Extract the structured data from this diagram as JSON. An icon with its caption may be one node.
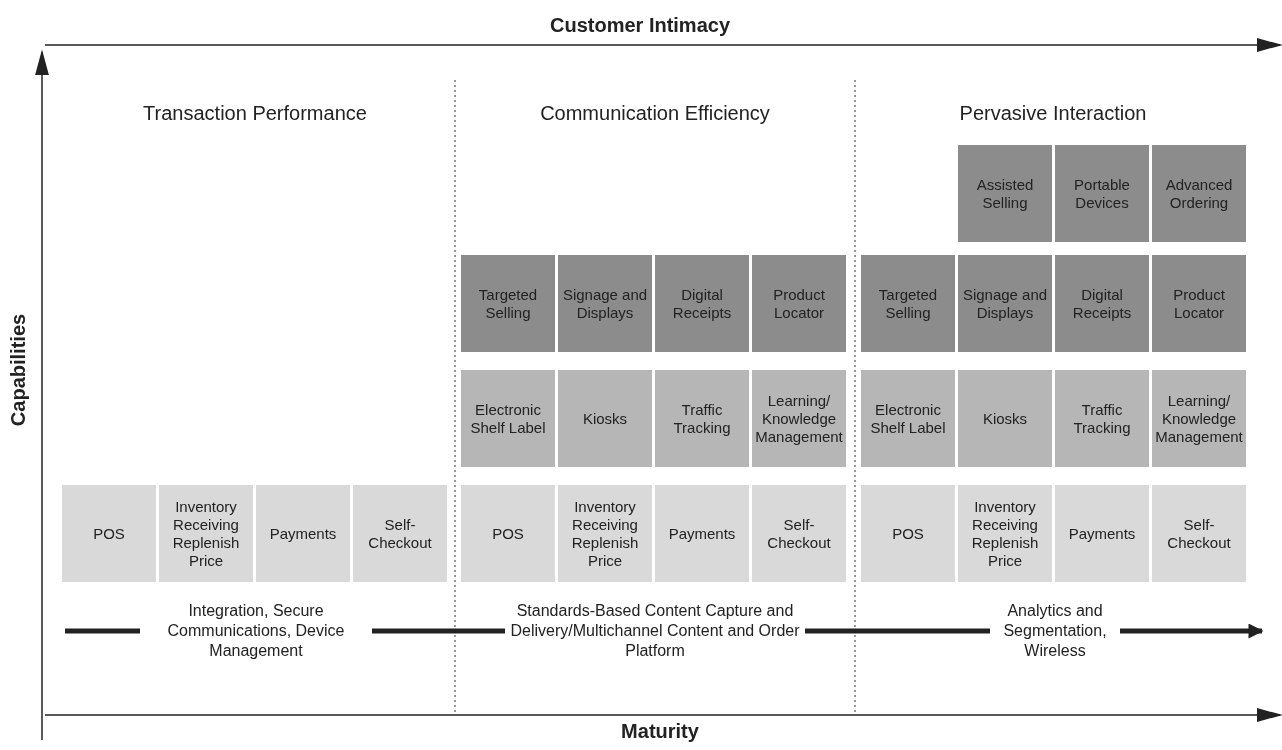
{
  "diagram": {
    "nodes": [
      {
        "text": [
          "Assisted Selling"
        ]
      },
      {
        "text": [
          "Portable Devices"
        ]
      },
      {
        "text": [
          "Advanced Ordering"
        ]
      },
      {
        "text": [
          "Targeted Selling"
        ]
      },
      {
        "text": [
          "Signage and Displays"
        ]
      },
      {
        "text": [
          "Digital Receipts"
        ]
      },
      {
        "text": [
          "Product Locator"
        ]
      },
      {
        "text": [
          "Targeted Selling"
        ]
      },
      {
        "text": [
          "Signage and Displays"
        ]
      },
      {
        "text": [
          "Digital Receipts"
        ]
      },
      {
        "text": [
          "Product Locator"
        ]
      },
      {
        "text": [
          "Electronic Shelf Label"
        ]
      },
      {
        "text": [
          "Kiosks"
        ]
      },
      {
        "text": [
          "Traffic Tracking"
        ]
      },
      {
        "text": [
          "Learning/ Knowledge Management"
        ]
      },
      {
        "text": [
          "Electronic Shelf Label"
        ]
      },
      {
        "text": [
          "Kiosks"
        ]
      },
      {
        "text": [
          "Traffic Tracking"
        ]
      },
      {
        "text": [
          "Learning/ Knowledge Management"
        ]
      },
      {
        "text": [
          "POS"
        ]
      },
      {
        "text": [
          "Inventory Receiving Replenish Price"
        ]
      },
      {
        "text": [
          "Payments"
        ]
      },
      {
        "text": [
          "Self-Checkout"
        ]
      },
      {
        "text": [
          "POS"
        ]
      },
      {
        "text": [
          "Inventory Receiving Replenish Price"
        ]
      },
      {
        "text": [
          "Payments"
        ]
      },
      {
        "text": [
          "Self-Checkout"
        ]
      },
      {
        "text": [
          "POS"
        ]
      },
      {
        "text": [
          "Inventory Receiving Replenish Price"
        ]
      },
      {
        "text": [
          "Payments"
        ]
      },
      {
        "text": [
          "Self-Checkout"
        ]
      },
      {
        "text": [
          "Integration, Secure Communications, Device Management"
        ]
      },
      {
        "text": [
          "Standards-Based Content Capture and Delivery/Multichannel Content and Order Platform"
        ]
      },
      {
        "text": [
          "Analytics and Segmentation, Wireless"
        ]
      }
    ],
    "edges": [
      {
        "from": null,
        "to": 31,
        "arrow": "none"
      },
      {
        "from": 31,
        "to": 32,
        "arrow": "none"
      },
      {
        "from": 32,
        "to": 33,
        "arrow": "none"
      },
      {
        "from": 33,
        "to": null,
        "arrow": "to"
      }
    ],
    "labels": [
      "Customer Intimacy",
      "Transaction Performance",
      "Communication Efficiency",
      "Pervasive Interaction",
      "Capabilities",
      "Maturity"
    ]
  }
}
